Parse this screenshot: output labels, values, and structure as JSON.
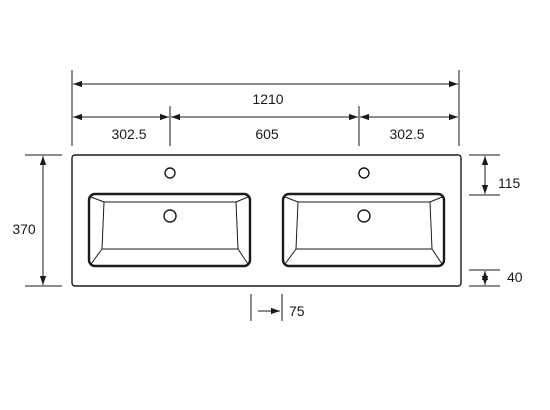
{
  "dimensions": {
    "total_width": "1210",
    "left_segment": "302.5",
    "center_segment": "605",
    "right_segment": "302.5",
    "depth": "370",
    "tap_hole_offset": "115",
    "rim_height": "40",
    "basin_gap": "75"
  },
  "colors": {
    "line": "#1a1a1a",
    "background": "#ffffff"
  }
}
